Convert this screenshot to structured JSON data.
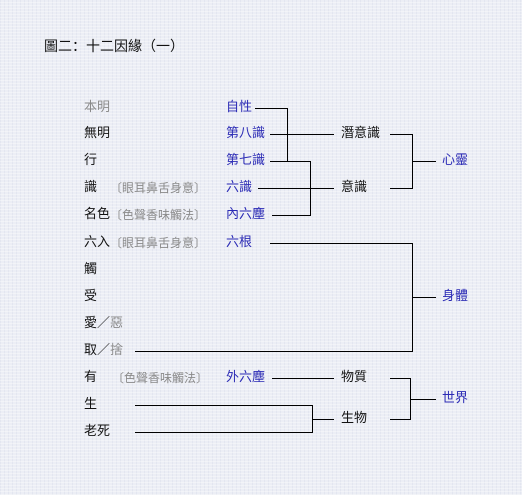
{
  "title": "圖二：十二因緣（一）",
  "colors": {
    "line": "#000000",
    "blue_text": "#2b2bb5",
    "gray_text": "#8a8a8a",
    "background": "#eceef5"
  },
  "left_items": {
    "benming": "本明",
    "wuming": "無明",
    "xing": "行",
    "shi": "識",
    "mingse": "名色",
    "liuru": "六入",
    "chu": "觸",
    "shou": "受",
    "ai_prefix": "愛／",
    "ai_suffix": "惡",
    "qu_prefix": "取／",
    "qu_suffix": "捨",
    "you": "有",
    "sheng": "生",
    "laosi": "老死"
  },
  "notes": {
    "shi": "〔眼耳鼻舌身意〕",
    "mingse": "〔色聲香味觸法〕",
    "liuru": "〔眼耳鼻舌身意〕",
    "you": "〔色聲香味觸法〕"
  },
  "mid_items": {
    "zixing": "自性",
    "dibashi": "第八識",
    "diqishi": "第七識",
    "liushi": "六識",
    "neiliuchen": "內六塵",
    "liugen": "六根",
    "wailiuchen": "外六塵"
  },
  "right_items": {
    "qianyishi": "潛意識",
    "yishi": "意識",
    "wuzhi": "物質",
    "shengwu": "生物"
  },
  "groups": {
    "xinling": "心靈",
    "shenti": "身體",
    "shijie": "世界"
  }
}
